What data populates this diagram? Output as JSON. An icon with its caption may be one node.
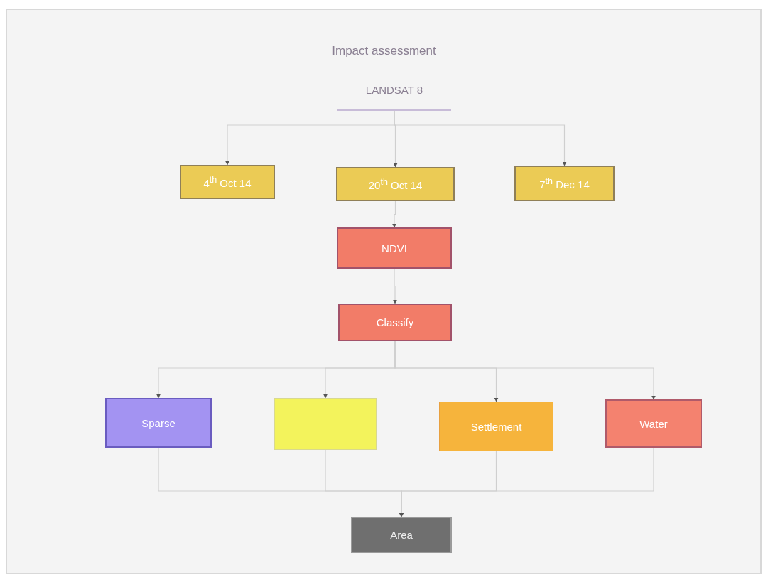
{
  "diagram": {
    "title": "Impact assessment",
    "nodes": [
      {
        "text": [
          "LANDSAT 8"
        ]
      },
      {
        "text": [
          "4$^{th}$ Oct 14"
        ]
      },
      {
        "text": [
          "20$^{th}$ Oct 14"
        ]
      },
      {
        "text": [
          "7$^{th}$ Dec 14"
        ]
      },
      {
        "text": [
          "NDVI"
        ]
      },
      {
        "text": [
          "Classify"
        ]
      },
      {
        "text": [
          "Sparse"
        ]
      },
      {
        "text": [],
        "shape": "box"
      },
      {
        "text": [
          "Settlement"
        ]
      },
      {
        "text": [
          "Water"
        ]
      },
      {
        "text": [
          "Area"
        ]
      }
    ],
    "edges": [
      {
        "from": 0,
        "to": 1,
        "arrow": "to"
      },
      {
        "from": 0,
        "to": 2,
        "arrow": "to"
      },
      {
        "from": 0,
        "to": 3,
        "arrow": "to"
      },
      {
        "from": 2,
        "to": 4,
        "arrow": "to"
      },
      {
        "from": 4,
        "to": 5,
        "arrow": "to"
      },
      {
        "from": 5,
        "to": 6,
        "arrow": "to"
      },
      {
        "from": 5,
        "to": 7,
        "arrow": "to"
      },
      {
        "from": 5,
        "to": 8,
        "arrow": "to"
      },
      {
        "from": 5,
        "to": 9,
        "arrow": "to"
      },
      {
        "from": 6,
        "to": 10,
        "arrow": "to"
      },
      {
        "from": 7,
        "to": 10,
        "arrow": "to"
      },
      {
        "from": 8,
        "to": 10,
        "arrow": "to"
      },
      {
        "from": 9,
        "to": 10,
        "arrow": "to"
      }
    ]
  }
}
